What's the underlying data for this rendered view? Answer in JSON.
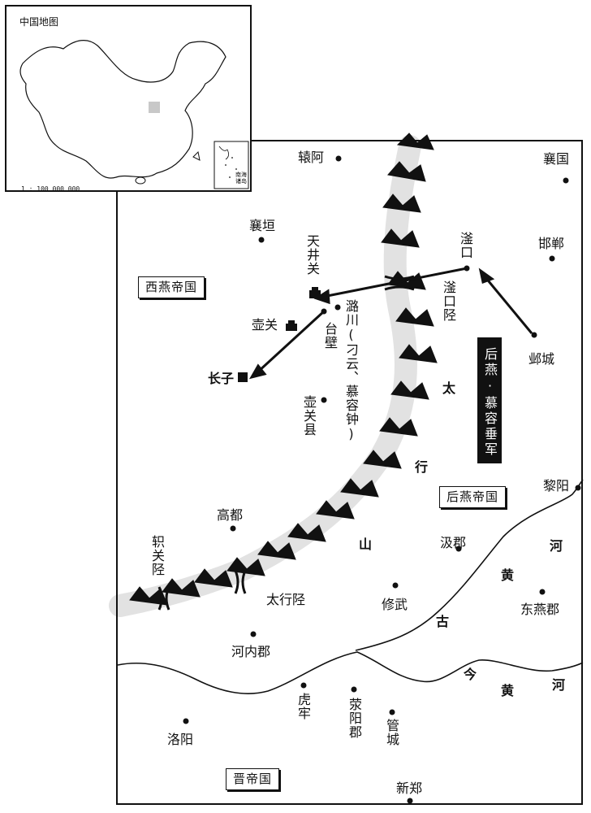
{
  "inset": {
    "title": "中国地图",
    "scale": "1 : 100 000 000",
    "south_sea_label": "南海诸岛"
  },
  "states": {
    "western_yan": "西燕帝国",
    "later_yan": "后燕帝国",
    "jin": "晋帝国"
  },
  "army_label": "后燕·慕容垂军",
  "mountain": {
    "chars": [
      "太",
      "行",
      "山"
    ]
  },
  "rivers": {
    "ancient_chars": [
      "黄",
      "河",
      "古"
    ],
    "modern_chars": [
      "今",
      "黄",
      "河"
    ]
  },
  "places": {
    "liaoyang": "辕阿",
    "xiangguo": "襄国",
    "xiangyuan": "襄垣",
    "tianjingguan": "天井关",
    "fukou": "滏口",
    "handan": "邯郸",
    "fukouxing": "滏口陉",
    "hukuan": "壶关",
    "taibi": "台壁",
    "luchuan": "潞川(刁云、慕容钟)",
    "yecheng": "邺城",
    "changzi": "长子",
    "hukuanxian": "壶关县",
    "liyang": "黎阳",
    "gaodu": "高都",
    "zhiguanxing": "轵关陉",
    "jijun": "汲郡",
    "taihangxing": "太行陉",
    "xiuwu": "修武",
    "dongyanjun": "东燕郡",
    "heneijun": "河内郡",
    "hulao": "虎牢",
    "xingyangjun": "荥阳郡",
    "luoyang": "洛阳",
    "guancheng": "管城",
    "xinzheng": "新郑"
  }
}
